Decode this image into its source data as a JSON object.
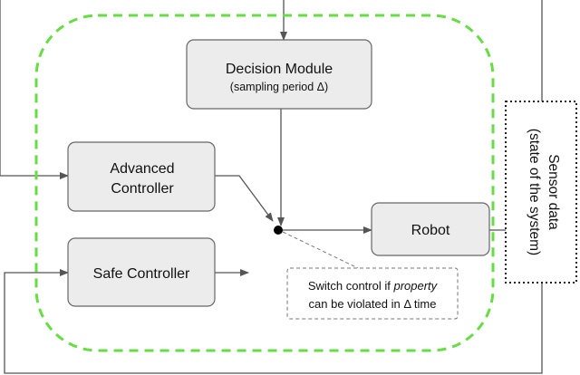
{
  "nodes": {
    "decision_module": {
      "title": "Decision Module",
      "subtitle": "(sampling period Δ)"
    },
    "advanced_controller": {
      "line1": "Advanced",
      "line2": "Controller"
    },
    "safe_controller": {
      "label": "Safe Controller"
    },
    "robot": {
      "label": "Robot"
    },
    "sensor_data": {
      "line1": "Sensor data",
      "line2": "(state of the system)"
    }
  },
  "note": {
    "line1_prefix": "Switch control if ",
    "line1_emphasis": "property",
    "line2": "can be violated in Δ time"
  },
  "colors": {
    "box_fill": "#ececec",
    "box_stroke": "#666666",
    "frame_green": "#66dd44",
    "wire": "#555555",
    "switch_dot": "#000000"
  }
}
